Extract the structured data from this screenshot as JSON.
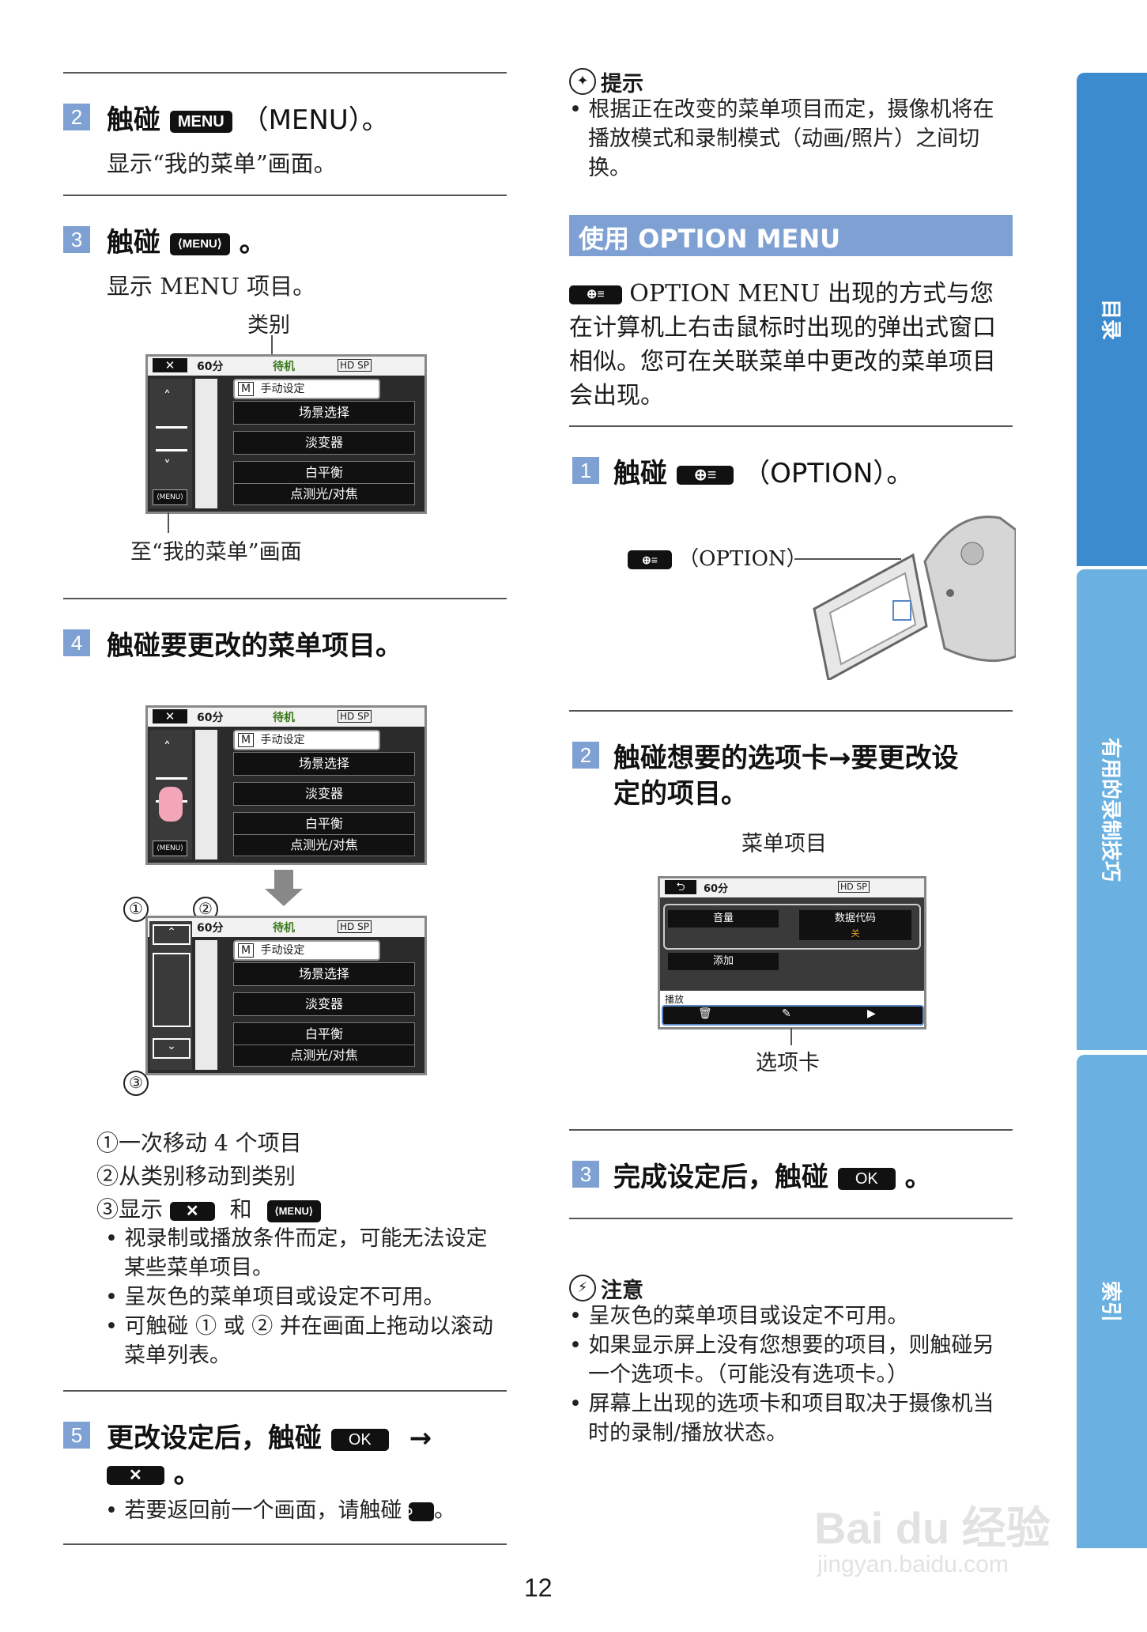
{
  "left": {
    "step2": {
      "num": "2",
      "title_pre": "触碰",
      "btn": "MENU",
      "title_post": "（MENU）。",
      "desc": "显示“我的菜单”画面。"
    },
    "step3": {
      "num": "3",
      "title_pre": "触碰",
      "btn": "⟨MENU⟩",
      "title_post": "。",
      "desc": "显示 MENU 项目。",
      "label_category": "类别",
      "label_to_mymenu": "至“我的菜单”画面"
    },
    "step4": {
      "num": "4",
      "title": "触碰要更改的菜单项目。",
      "notes": [
        "①一次移动 4 个项目",
        "②从类别移动到类别"
      ],
      "note3_pre": "③显示",
      "note3_x": "✕",
      "note3_and": "和",
      "note3_menu": "⟨MENU⟩",
      "bullets": [
        "视录制或播放条件而定，可能无法设定某些菜单项目。",
        "呈灰色的菜单项目或设定不可用。",
        "可触碰 ① 或 ② 并在画面上拖动以滚动菜单列表。"
      ]
    },
    "step5": {
      "num": "5",
      "title_pre": "更改设定后，触碰",
      "btn_ok": "OK",
      "arrow": "→",
      "btn_x": "✕",
      "title_post": "。",
      "bullet_pre": "若要返回前一个画面，请触碰",
      "bullet_btn": "⮌",
      "bullet_post": "。"
    },
    "callouts": [
      "①",
      "②",
      "③"
    ]
  },
  "screen": {
    "close": "✕",
    "battery": "60分",
    "status": "待机",
    "quality": "HD SP",
    "category": "手动设定",
    "category_icon": "M",
    "items": [
      "场景选择",
      "淡变器",
      "白平衡",
      "点测光/对焦"
    ],
    "menu_btn": "⟨MENU⟩"
  },
  "right": {
    "tip": {
      "title": "提示",
      "bullet": "根据正在改变的菜单项目而定，摄像机将在播放模式和录制模式（动画/照片）之间切换。"
    },
    "section_title": "使用 OPTION MENU",
    "section_icon": "option-icon",
    "intro": "OPTION MENU 出现的方式与您在计算机上右击鼠标时出现的弹出式窗口相似。您可在关联菜单中更改的菜单项目会出现。",
    "step1": {
      "num": "1",
      "title_pre": "触碰",
      "title_post": "（OPTION）。",
      "callout": "（OPTION）"
    },
    "step2": {
      "num": "2",
      "title_l1": "触碰想要的选项卡→要更改设",
      "title_l2": "定的项目。",
      "label_menu_item": "菜单项目",
      "label_tab": "选项卡"
    },
    "opt_screen": {
      "back": "⮌",
      "battery": "60分",
      "quality": "HD SP",
      "item1": "音量",
      "item2": "数据代码",
      "item2_val": "关",
      "item3": "添加",
      "mode": "播放"
    },
    "step3": {
      "num": "3",
      "title_pre": "完成设定后，触碰",
      "btn": "OK",
      "title_post": "。"
    },
    "note": {
      "title": "注意",
      "bullets": [
        "呈灰色的菜单项目或设定不可用。",
        "如果显示屏上没有您想要的项目，则触碰另一个选项卡。（可能没有选项卡。）",
        "屏幕上出现的选项卡和项目取决于摄像机当时的录制/播放状态。"
      ]
    }
  },
  "tabs": [
    "目录",
    "有用的录制技巧",
    "索引"
  ],
  "page_number": "12",
  "watermark": {
    "brand": "Bai du 经验",
    "url": "jingyan.baidu.com"
  },
  "colors": {
    "accent": "#7ea0d2",
    "tab": "#3d8bcf",
    "button": "#111111"
  }
}
